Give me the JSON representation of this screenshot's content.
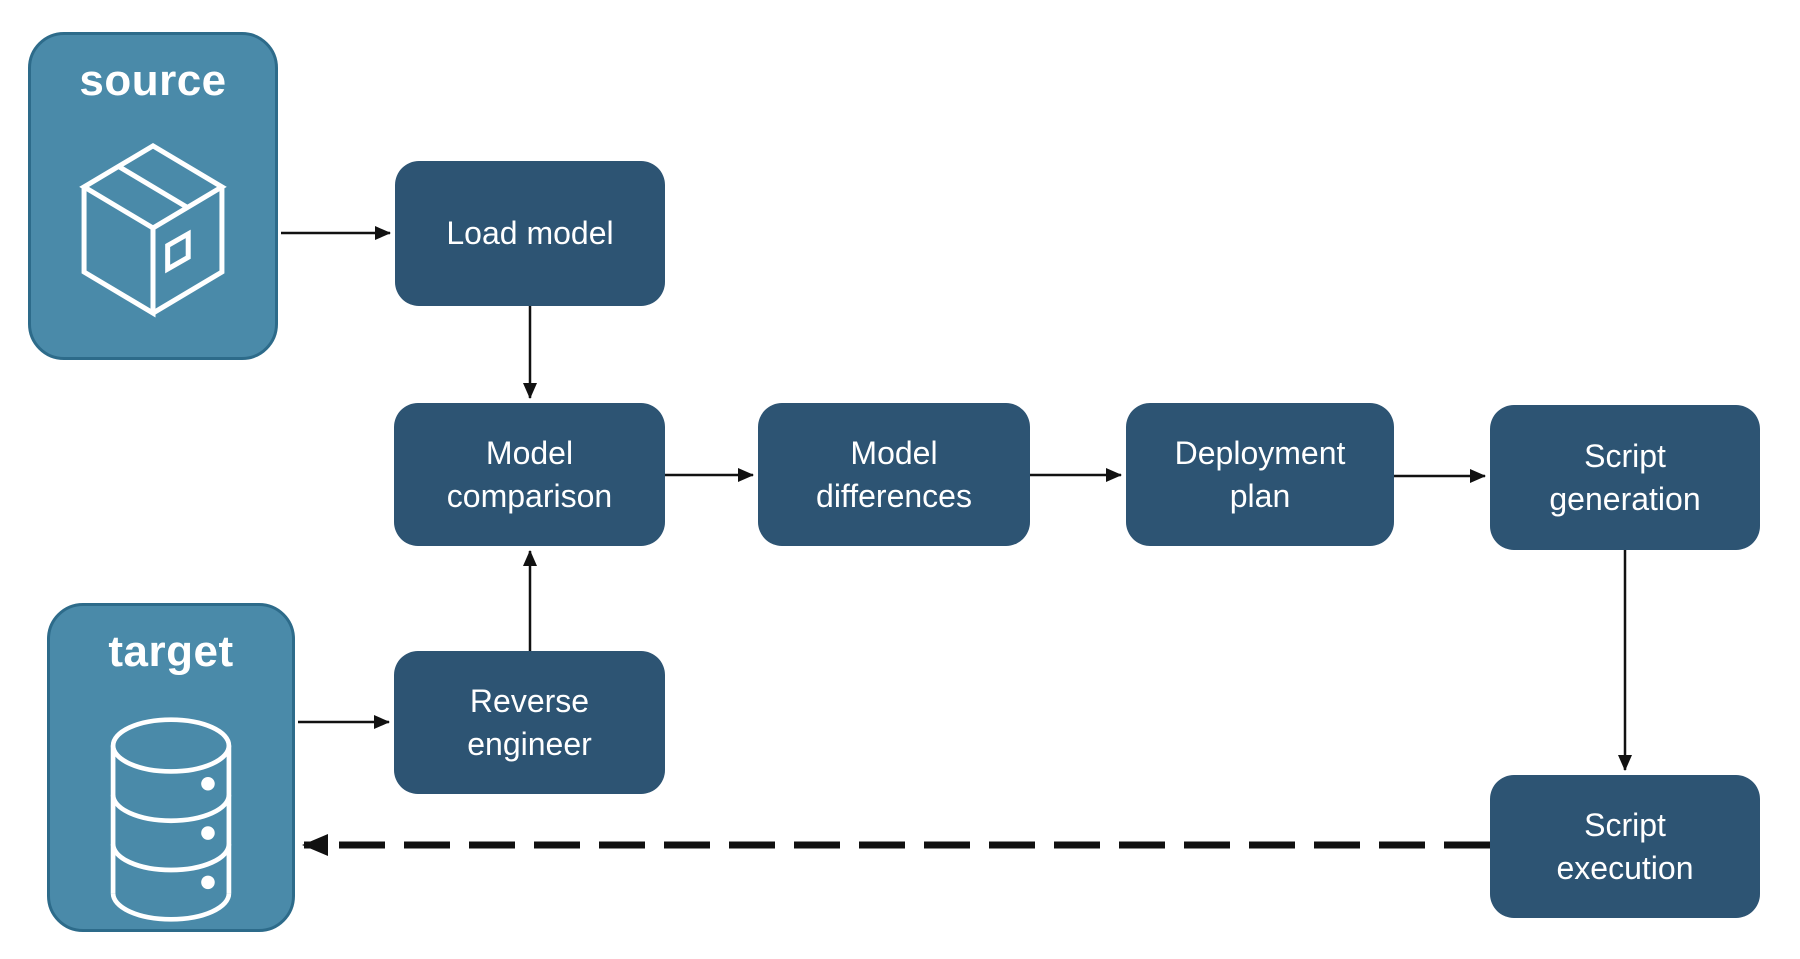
{
  "diagram": {
    "entities": {
      "source": {
        "label": "source",
        "icon": "package-icon"
      },
      "target": {
        "label": "target",
        "icon": "database-icon"
      }
    },
    "nodes": {
      "load_model": {
        "label": [
          "Load model"
        ]
      },
      "model_comparison": {
        "label": [
          "Model",
          "comparison"
        ]
      },
      "model_differences": {
        "label": [
          "Model",
          "differences"
        ]
      },
      "deployment_plan": {
        "label": [
          "Deployment",
          "plan"
        ]
      },
      "script_generation": {
        "label": [
          "Script",
          "generation"
        ]
      },
      "reverse_engineer": {
        "label": [
          "Reverse",
          "engineer"
        ]
      },
      "script_execution": {
        "label": [
          "Script",
          "execution"
        ]
      }
    },
    "edges": [
      {
        "from": "source",
        "to": "load_model",
        "style": "solid"
      },
      {
        "from": "load_model",
        "to": "model_comparison",
        "style": "solid"
      },
      {
        "from": "target",
        "to": "reverse_engineer",
        "style": "solid"
      },
      {
        "from": "reverse_engineer",
        "to": "model_comparison",
        "style": "solid"
      },
      {
        "from": "model_comparison",
        "to": "model_differences",
        "style": "solid"
      },
      {
        "from": "model_differences",
        "to": "deployment_plan",
        "style": "solid"
      },
      {
        "from": "deployment_plan",
        "to": "script_generation",
        "style": "solid"
      },
      {
        "from": "script_generation",
        "to": "script_execution",
        "style": "solid"
      },
      {
        "from": "script_execution",
        "to": "target",
        "style": "dashed"
      }
    ],
    "colors": {
      "entity_fill": "#4A8AA9",
      "entity_border": "#2D6B8A",
      "node_fill": "#2D5473",
      "line": "#111111",
      "text": "#FFFFFF",
      "background": "#FFFFFF"
    }
  }
}
